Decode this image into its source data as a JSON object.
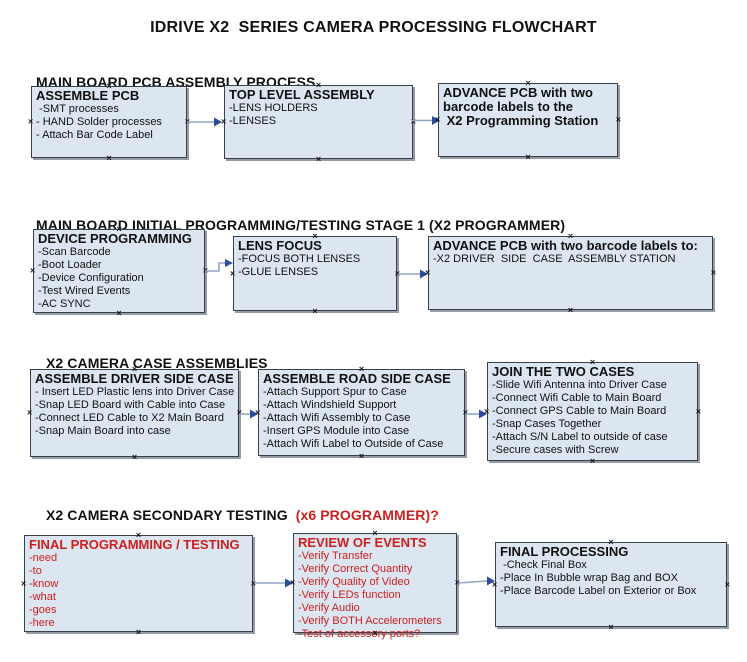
{
  "title": "IDRIVE X2  SERIES CAMERA PROCESSING FLOWCHART",
  "colors": {
    "box-fill": "#dce6f1",
    "arrow-line": "#90a6c5",
    "arrow-head": "#2d4b9b",
    "red-text": "#cc2020"
  },
  "glyphs": {
    "anchor": "×"
  },
  "sections": [
    {
      "heading": "MAIN BOARD PCB ASSEMBLY PROCESS",
      "boxes": [
        {
          "title": "ASSEMBLE PCB",
          "items": [
            " -SMT processes",
            "- HAND Solder processes",
            "- Attach Bar Code Label"
          ]
        },
        {
          "title": "TOP LEVEL ASSEMBLY",
          "items": [
            "-LENS HOLDERS",
            "-LENSES"
          ]
        },
        {
          "title": "ADVANCE PCB with two\nbarcode labels to the\n X2 Programming Station",
          "items": []
        }
      ]
    },
    {
      "heading": "MAIN BOARD INITIAL PROGRAMMING/TESTING STAGE 1 (X2 PROGRAMMER)",
      "boxes": [
        {
          "title": "DEVICE PROGRAMMING",
          "items": [
            "-Scan Barcode",
            "-Boot Loader",
            "-Device Configuration",
            "-Test Wired Events",
            "-AC SYNC"
          ]
        },
        {
          "title": "LENS FOCUS",
          "items": [
            "-FOCUS BOTH LENSES",
            "-GLUE LENSES"
          ]
        },
        {
          "title": "ADVANCE PCB with two barcode labels to:",
          "items": [
            "-X2 DRIVER  SIDE  CASE  ASSEMBLY STATION"
          ]
        }
      ]
    },
    {
      "heading": "X2 CAMERA CASE ASSEMBLIES",
      "boxes": [
        {
          "title": "ASSEMBLE DRIVER SIDE CASE",
          "items": [
            "- Insert LED Plastic lens into Driver Case",
            "-Snap LED Board with Cable into Case",
            "-Connect LED Cable to X2 Main Board",
            "-Snap Main Board into case"
          ]
        },
        {
          "title": "ASSEMBLE ROAD SIDE CASE",
          "items": [
            "-Attach Support Spur to Case",
            "-Attach Windshield Support",
            "-Attach Wifi Assembly to Case",
            "-Insert GPS Module into Case",
            "-Attach Wifi Label to Outside of Case"
          ]
        },
        {
          "title": "JOIN THE TWO CASES",
          "items": [
            "-Slide Wifi Antenna into Driver Case",
            "-Connect Wifi Cable to Main Board",
            "-Connect GPS Cable to Main Board",
            "-Snap Cases Together",
            "-Attach S/N Label to outside of case",
            "-Secure cases with Screw"
          ]
        }
      ]
    },
    {
      "heading": "X2 CAMERA SECONDARY TESTING ",
      "heading_red": " (x6 PROGRAMMER)?",
      "boxes": [
        {
          "title": "FINAL PROGRAMMING / TESTING",
          "items": [
            "-need",
            "-to",
            "-know",
            "-what",
            "-goes",
            "-here"
          ]
        },
        {
          "title": "REVIEW OF EVENTS",
          "items": [
            "-Verify Transfer",
            "-Verify Correct Quantity",
            "-Verify Quality of Video",
            "-Verify LEDs function",
            "-Verify Audio",
            "-Verify BOTH Accelerometers",
            "-Test of accessory ports?"
          ]
        },
        {
          "title": "FINAL PROCESSING",
          "items": [
            " -Check Final Box",
            "-Place In Bubble wrap Bag and BOX",
            "-Place Barcode Label on Exterior or Box"
          ]
        }
      ]
    }
  ]
}
